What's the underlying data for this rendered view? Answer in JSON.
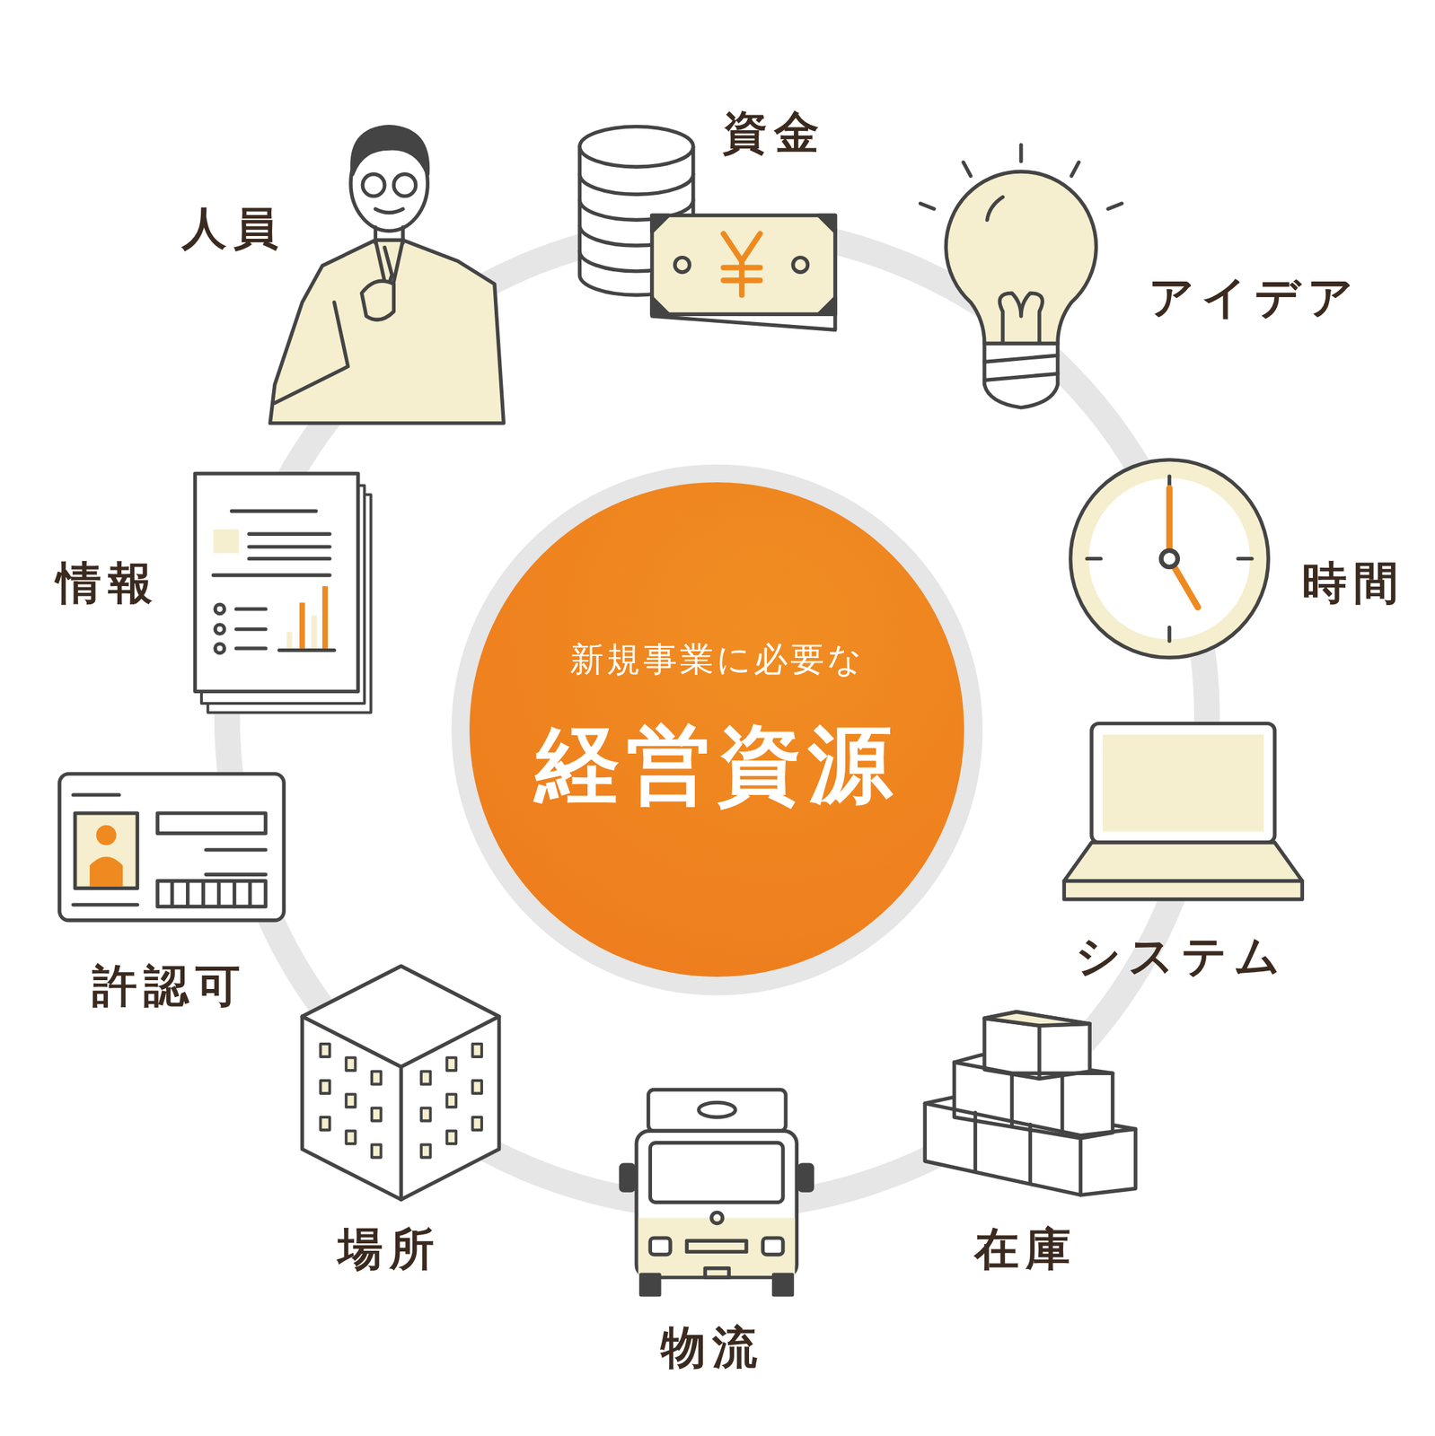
{
  "diagram": {
    "nodes": [
      {
        "text": [
          "新規事業に必要な",
          "経営資源"
        ]
      }
    ],
    "labels": [
      "人員",
      "資金",
      "アイデア",
      "時間",
      "システム",
      "在庫",
      "物流",
      "場所",
      "許認可",
      "情報"
    ]
  }
}
